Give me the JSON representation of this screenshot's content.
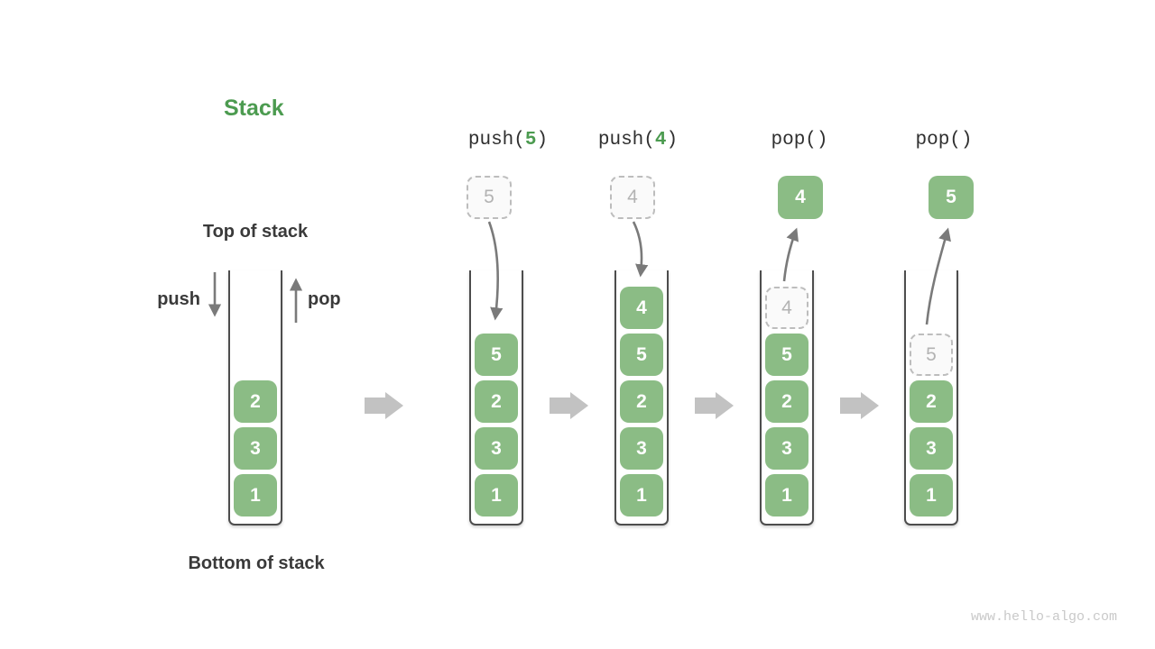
{
  "title": {
    "text": "Stack"
  },
  "stack_labels": {
    "top": "Top of stack",
    "bottom": "Bottom of stack",
    "push": "push",
    "pop": "pop"
  },
  "operations": [
    {
      "prefix": "push(",
      "arg": "5",
      "suffix": ")"
    },
    {
      "prefix": "push(",
      "arg": "4",
      "suffix": ")"
    },
    {
      "prefix": "pop(",
      "arg": "",
      "suffix": ")"
    },
    {
      "prefix": "pop(",
      "arg": "",
      "suffix": ")"
    }
  ],
  "stacks": [
    {
      "state": "initial",
      "items": [
        {
          "value": "2"
        },
        {
          "value": "3"
        },
        {
          "value": "1"
        }
      ]
    },
    {
      "state": "after push(5)",
      "incoming": {
        "value": "5"
      },
      "items": [
        {
          "value": "5"
        },
        {
          "value": "2"
        },
        {
          "value": "3"
        },
        {
          "value": "1"
        }
      ]
    },
    {
      "state": "after push(4)",
      "incoming": {
        "value": "4"
      },
      "items": [
        {
          "value": "4"
        },
        {
          "value": "5"
        },
        {
          "value": "2"
        },
        {
          "value": "3"
        },
        {
          "value": "1"
        }
      ]
    },
    {
      "state": "after pop() returns 4",
      "popped": {
        "value": "4"
      },
      "items": [
        {
          "value": "4",
          "ghost": true
        },
        {
          "value": "5"
        },
        {
          "value": "2"
        },
        {
          "value": "3"
        },
        {
          "value": "1"
        }
      ]
    },
    {
      "state": "after pop() returns 5",
      "popped": {
        "value": "5"
      },
      "items": [
        {
          "value": "5",
          "ghost": true
        },
        {
          "value": "2"
        },
        {
          "value": "3"
        },
        {
          "value": "1"
        }
      ]
    }
  ],
  "watermark": "www.hello-algo.com",
  "colors": {
    "element_green": "#8bbc85",
    "accent_green": "#4c9b50",
    "arrow_gray": "#7a7a7a",
    "flow_arrow_gray": "#c2c2c2",
    "ghost_gray": "#b3b3b3",
    "text_dark": "#3a3a3a"
  }
}
